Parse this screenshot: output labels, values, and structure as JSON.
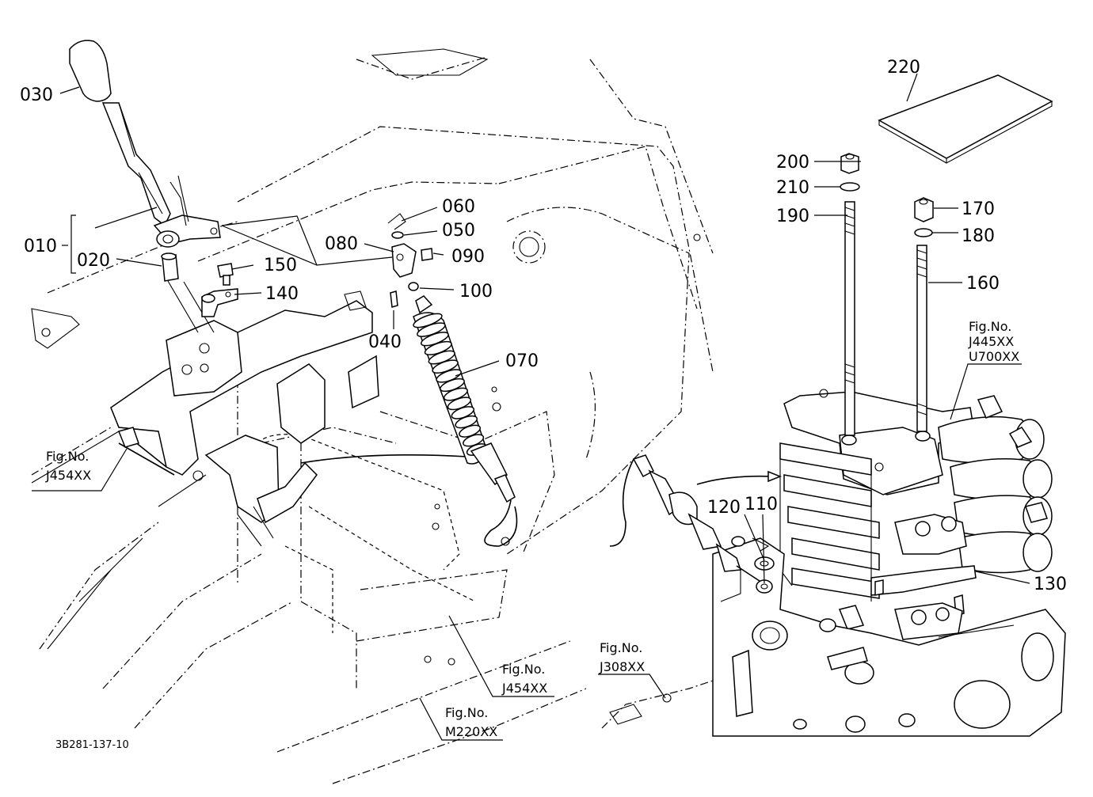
{
  "parts": {
    "p010": "010",
    "p020": "020",
    "p030": "030",
    "p040": "040",
    "p050": "050",
    "p060": "060",
    "p070": "070",
    "p080": "080",
    "p090": "090",
    "p100": "100",
    "p110": "110",
    "p120": "120",
    "p130": "130",
    "p140": "140",
    "p150": "150",
    "p160": "160",
    "p170": "170",
    "p180": "180",
    "p190": "190",
    "p200": "200",
    "p210": "210",
    "p220": "220"
  },
  "fig_refs": {
    "fig_label": "Fig.No.",
    "left": "J454XX",
    "center": "J454XX",
    "bottom": "M220XX",
    "right_bottom": "J308XX",
    "right_top_1": "J445XX",
    "right_top_2": "U700XX"
  },
  "drawing_number": "3B281-137-10"
}
